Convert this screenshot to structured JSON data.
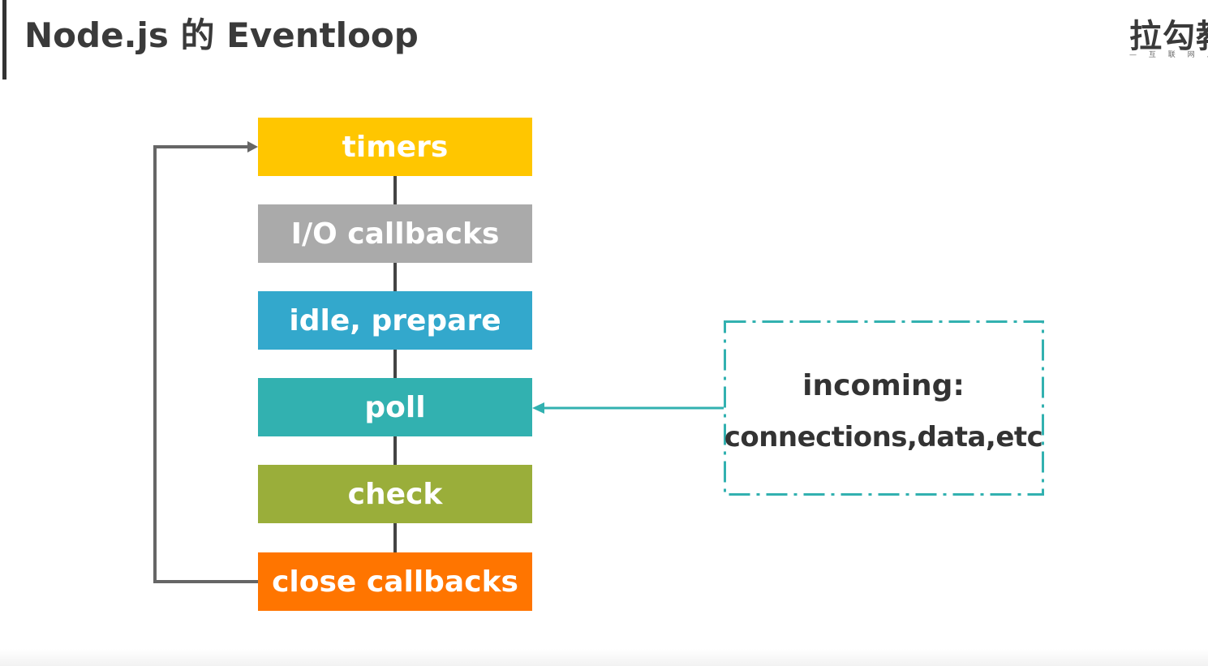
{
  "header": {
    "title": "Node.js 的 Eventloop"
  },
  "logo": {
    "text": "拉勾教",
    "subtext": "— 互 联 网 人 实"
  },
  "phases": [
    {
      "label": "timers",
      "color": "#FFC600"
    },
    {
      "label": "I/O callbacks",
      "color": "#AAAAAA"
    },
    {
      "label": "idle, prepare",
      "color": "#33A8CC"
    },
    {
      "label": "poll",
      "color": "#32B1B0"
    },
    {
      "label": "check",
      "color": "#9AAE3A"
    },
    {
      "label": "close callbacks",
      "color": "#FF7500"
    }
  ],
  "incoming": {
    "title": "incoming:",
    "items": "connections,data,etc",
    "border_color": "#32B1B0"
  },
  "colors": {
    "loop_line": "#666666",
    "connector": "#444444"
  }
}
